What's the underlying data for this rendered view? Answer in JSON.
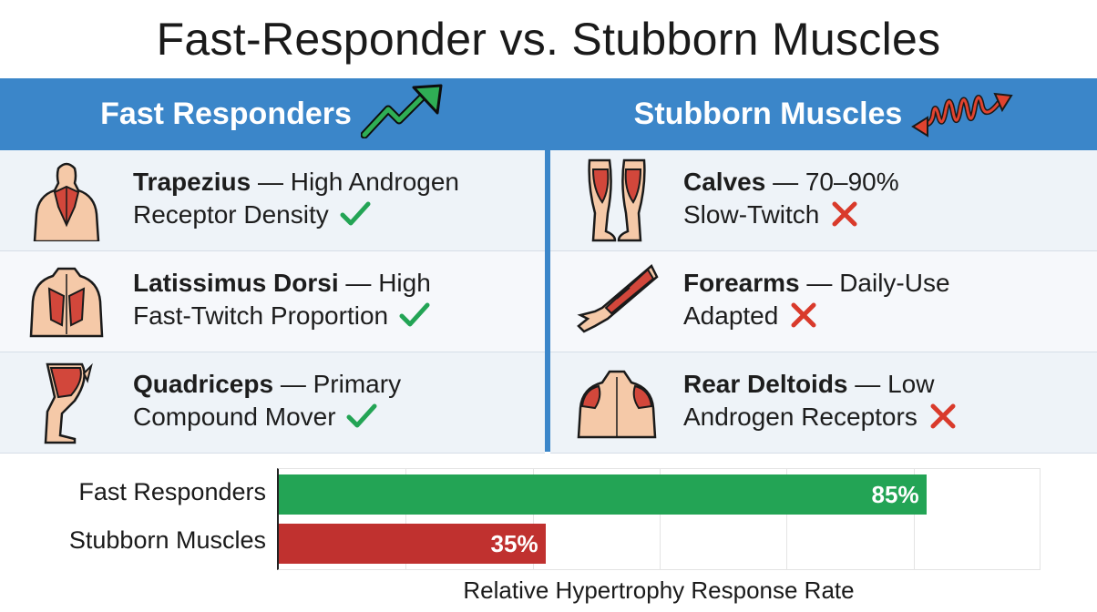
{
  "title": "Fast-Responder vs. Stubborn Muscles",
  "left": {
    "header": "Fast Responders",
    "header_icon": "trending-up-arrow-icon",
    "rows": [
      {
        "name": "Trapezius",
        "sep": " — ",
        "line1": "High Androgen",
        "line2": "Receptor Density",
        "status": "check",
        "icon": "trapezius-icon"
      },
      {
        "name": "Latissimus Dorsi",
        "sep": " — ",
        "line1": "High",
        "line2": "Fast-Twitch Proportion",
        "status": "check",
        "icon": "latissimus-icon"
      },
      {
        "name": "Quadriceps",
        "sep": " — ",
        "line1": "Primary",
        "line2": "Compound Mover",
        "status": "check",
        "icon": "quadriceps-icon"
      }
    ]
  },
  "right": {
    "header": "Stubborn Muscles",
    "header_icon": "wavy-double-arrow-icon",
    "rows": [
      {
        "name": "Calves",
        "sep": " — ",
        "line1": "70–90%",
        "line2": "Slow-Twitch",
        "status": "cross",
        "icon": "calves-icon"
      },
      {
        "name": "Forearms",
        "sep": " — ",
        "line1": "Daily-Use",
        "line2": "Adapted",
        "status": "cross",
        "icon": "forearm-icon"
      },
      {
        "name": "Rear Deltoids",
        "sep": " — ",
        "line1": "Low",
        "line2": "Androgen Receptors",
        "status": "cross",
        "icon": "rear-deltoid-icon"
      }
    ]
  },
  "colors": {
    "header_blue": "#3b86c9",
    "check_green": "#23a455",
    "cross_red": "#d93a2b",
    "muscle_red": "#d2473b",
    "skin": "#f5c9a8"
  },
  "chart_data": {
    "type": "bar",
    "orientation": "horizontal",
    "categories": [
      "Fast Responders",
      "Stubborn Muscles"
    ],
    "values": [
      85,
      35
    ],
    "value_labels": [
      "85%",
      "35%"
    ],
    "colors": [
      "#23a455",
      "#c0312f"
    ],
    "xlabel": "Relative Hypertrophy Response Rate",
    "xlim": [
      0,
      100
    ],
    "grid": true
  }
}
